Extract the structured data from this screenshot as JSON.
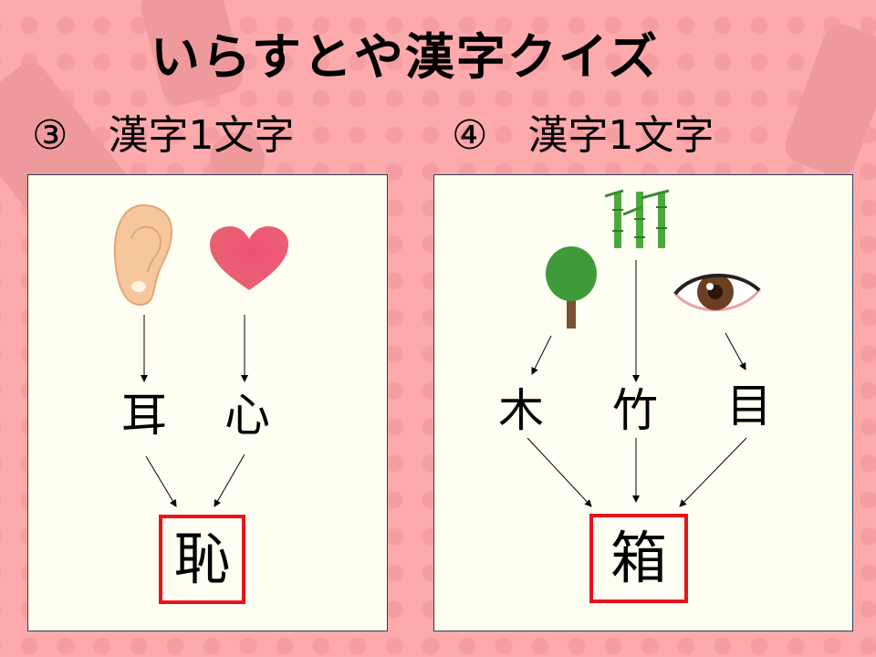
{
  "title": "いらすとや漢字クイズ",
  "questions": [
    {
      "label": "③　漢字1文字",
      "parts": [
        "耳",
        "心"
      ],
      "answer": "恥",
      "images": [
        "ear-icon",
        "heart-icon"
      ]
    },
    {
      "label": "④　漢字1文字",
      "parts": [
        "木",
        "竹",
        "目"
      ],
      "answer": "箱",
      "images": [
        "tree-icon",
        "bamboo-icon",
        "eye-icon"
      ]
    }
  ],
  "colors": {
    "background": "#fcaaac",
    "panel": "#fffef2",
    "answer_border": "#e8141c"
  }
}
